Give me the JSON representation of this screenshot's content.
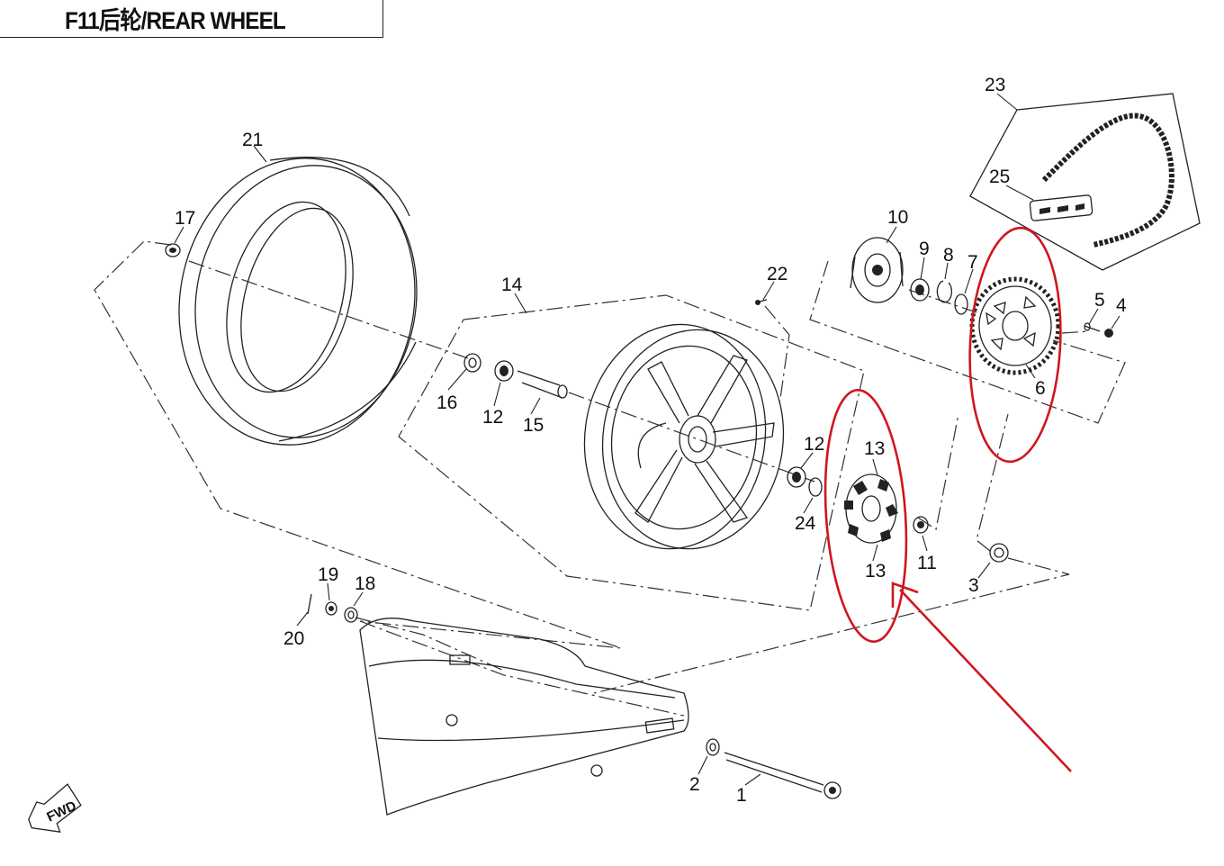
{
  "title": "F11后轮/REAR WHEEL",
  "fwd_label": "FWD",
  "callouts": [
    "1",
    "2",
    "3",
    "4",
    "5",
    "6",
    "7",
    "8",
    "9",
    "10",
    "11",
    "12",
    "12",
    "13",
    "13",
    "14",
    "15",
    "16",
    "17",
    "18",
    "19",
    "20",
    "21",
    "22",
    "23",
    "24",
    "25"
  ],
  "annotation_color": "#d0161f"
}
